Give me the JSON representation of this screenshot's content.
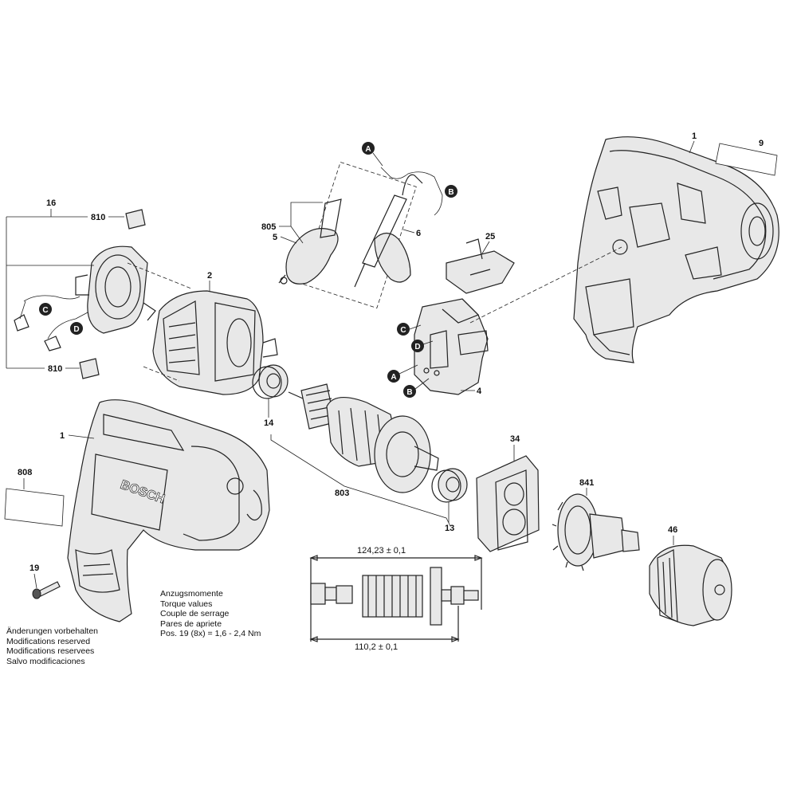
{
  "diagram": {
    "part_labels": {
      "p1_top": "1",
      "p9": "9",
      "p16": "16",
      "p810_top": "810",
      "p810_bottom": "810",
      "p2": "2",
      "p805": "805",
      "p5": "5",
      "p6": "6",
      "p25": "25",
      "p4": "4",
      "p14": "14",
      "p1_left": "1",
      "p808": "808",
      "p19": "19",
      "p803": "803",
      "p13": "13",
      "p34": "34",
      "p841": "841",
      "p46": "46"
    },
    "connector_letters": {
      "a_top": "A",
      "b_top": "B",
      "c_left": "C",
      "d_left": "D",
      "c_switch": "C",
      "d_switch": "D",
      "a_switch": "A",
      "b_switch": "B"
    },
    "brand_on_housing": "BOSCH",
    "dimensions": {
      "overall_length": "124,23 ± 0,1",
      "inner_length": "110,2 ± 0,1"
    },
    "torque_note": {
      "lines": [
        "Anzugsmomente",
        "Torque values",
        "Couple de serrage",
        "Pares de apriete",
        "Pos. 19 (8x)  =  1,6  -  2,4 Nm"
      ]
    },
    "modifications_note": {
      "lines": [
        "Änderungen vorbehalten",
        "Modifications reserved",
        "Modifications reservees",
        "Salvo modificaciones"
      ]
    }
  }
}
